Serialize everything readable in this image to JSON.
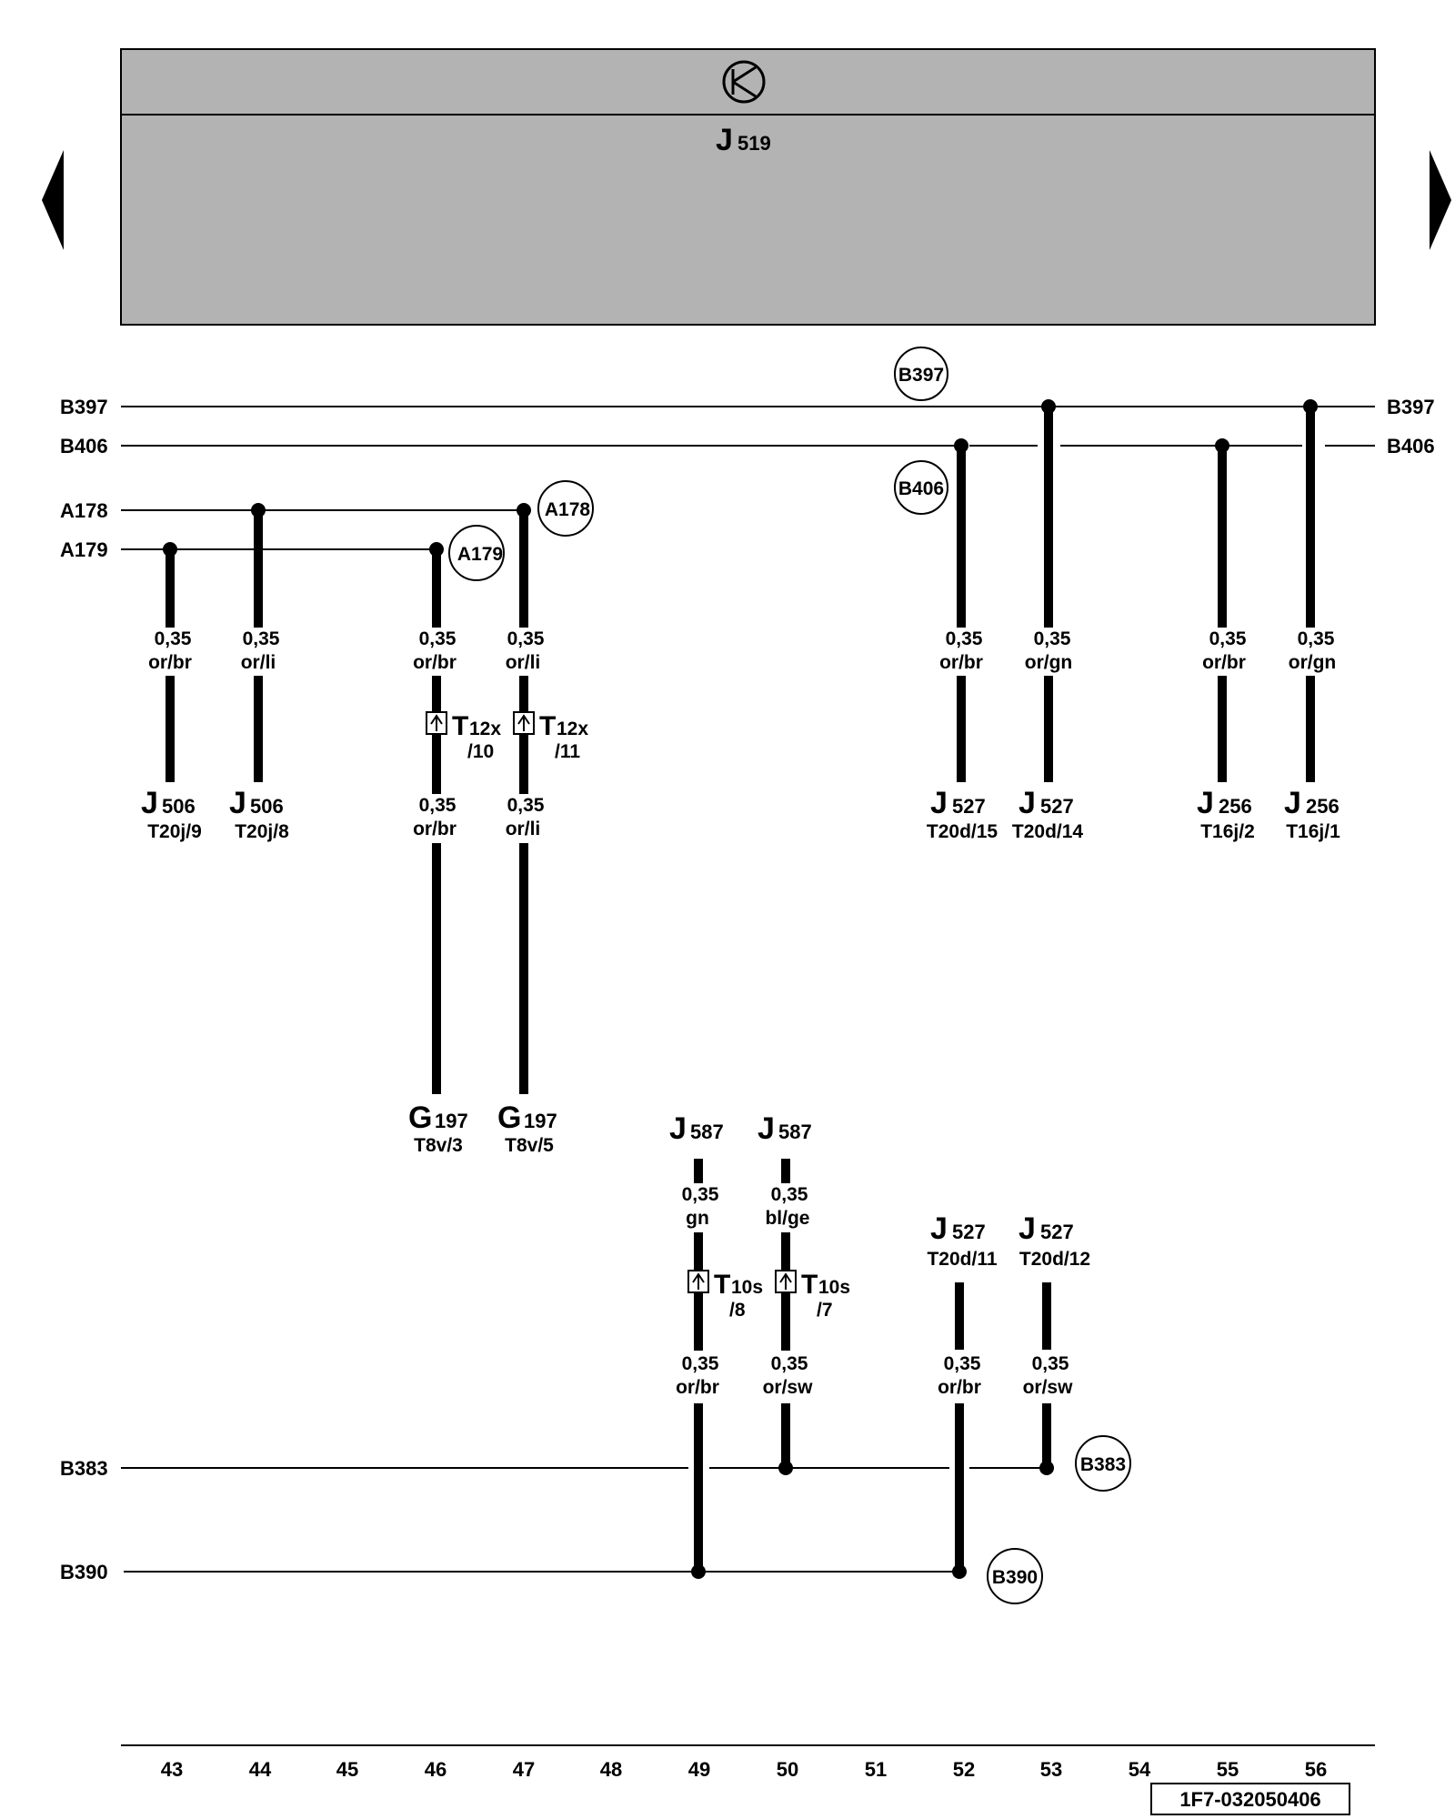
{
  "nav": {
    "prev_icon": "triangle-left-icon",
    "next_icon": "triangle-right-icon"
  },
  "module": {
    "letter": "J",
    "number": "519",
    "symbol_icon": "control-unit-transistor-icon",
    "fill": "#b3b3b3"
  },
  "buses": [
    {
      "id": "B397",
      "label": "B397"
    },
    {
      "id": "B406",
      "label": "B406"
    },
    {
      "id": "A178",
      "label": "A178"
    },
    {
      "id": "A179",
      "label": "A179"
    },
    {
      "id": "B383",
      "label": "B383"
    },
    {
      "id": "B390",
      "label": "B390"
    }
  ],
  "bubbles": [
    "B397",
    "B406",
    "A178",
    "A179",
    "B383",
    "B390"
  ],
  "wires": [
    {
      "id": "w43",
      "col": "43",
      "spec": [
        {
          "size": "0,35",
          "color": "or/br"
        }
      ],
      "bus": "A179",
      "comp": {
        "letter": "J",
        "number": "506",
        "pin": "T20j/9"
      }
    },
    {
      "id": "w44",
      "col": "44",
      "spec": [
        {
          "size": "0,35",
          "color": "or/li"
        }
      ],
      "bus": "A178",
      "comp": {
        "letter": "J",
        "number": "506",
        "pin": "T20j/8"
      }
    },
    {
      "id": "w46",
      "col": "46",
      "spec": [
        {
          "size": "0,35",
          "color": "or/br"
        },
        {
          "size": "0,35",
          "color": "or/br"
        }
      ],
      "bus": "A179",
      "plug": {
        "letter": "T",
        "sub": "12x",
        "pin": "/10"
      },
      "comp": {
        "letter": "G",
        "number": "197",
        "pin": "T8v/3"
      }
    },
    {
      "id": "w47",
      "col": "47",
      "spec": [
        {
          "size": "0,35",
          "color": "or/li"
        },
        {
          "size": "0,35",
          "color": "or/li"
        }
      ],
      "bus": "A178",
      "plug": {
        "letter": "T",
        "sub": "12x",
        "pin": "/11"
      },
      "comp": {
        "letter": "G",
        "number": "197",
        "pin": "T8v/5"
      }
    },
    {
      "id": "w52t",
      "col": "52",
      "spec": [
        {
          "size": "0,35",
          "color": "or/br"
        }
      ],
      "bus": "B406",
      "comp": {
        "letter": "J",
        "number": "527",
        "pin": "T20d/15"
      }
    },
    {
      "id": "w53t",
      "col": "53",
      "spec": [
        {
          "size": "0,35",
          "color": "or/gn"
        }
      ],
      "bus": "B397",
      "comp": {
        "letter": "J",
        "number": "527",
        "pin": "T20d/14"
      }
    },
    {
      "id": "w55",
      "col": "55",
      "spec": [
        {
          "size": "0,35",
          "color": "or/br"
        }
      ],
      "bus": "B406",
      "comp": {
        "letter": "J",
        "number": "256",
        "pin": "T16j/2"
      }
    },
    {
      "id": "w56",
      "col": "56",
      "spec": [
        {
          "size": "0,35",
          "color": "or/gn"
        }
      ],
      "bus": "B397",
      "comp": {
        "letter": "J",
        "number": "256",
        "pin": "T16j/1"
      }
    },
    {
      "id": "w49",
      "col": "49",
      "spec": [
        {
          "size": "0,35",
          "color": "gn"
        },
        {
          "size": "0,35",
          "color": "or/br"
        }
      ],
      "bus": "B390",
      "plug": {
        "letter": "T",
        "sub": "10s",
        "pin": "/8"
      },
      "comp": {
        "letter": "J",
        "number": "587",
        "pin": ""
      }
    },
    {
      "id": "w50",
      "col": "50",
      "spec": [
        {
          "size": "0,35",
          "color": "bl/ge"
        },
        {
          "size": "0,35",
          "color": "or/sw"
        }
      ],
      "bus": "B383",
      "plug": {
        "letter": "T",
        "sub": "10s",
        "pin": "/7"
      },
      "comp": {
        "letter": "J",
        "number": "587",
        "pin": ""
      }
    },
    {
      "id": "w52b",
      "col": "52",
      "spec": [
        {
          "size": "0,35",
          "color": "or/br"
        }
      ],
      "bus": "B390",
      "comp": {
        "letter": "J",
        "number": "527",
        "pin": "T20d/11"
      }
    },
    {
      "id": "w53b",
      "col": "53",
      "spec": [
        {
          "size": "0,35",
          "color": "or/sw"
        }
      ],
      "bus": "B383",
      "comp": {
        "letter": "J",
        "number": "527",
        "pin": "T20d/12"
      }
    }
  ],
  "grid": [
    "43",
    "44",
    "45",
    "46",
    "47",
    "48",
    "49",
    "50",
    "51",
    "52",
    "53",
    "54",
    "55",
    "56"
  ],
  "reference": "1F7-032050406"
}
